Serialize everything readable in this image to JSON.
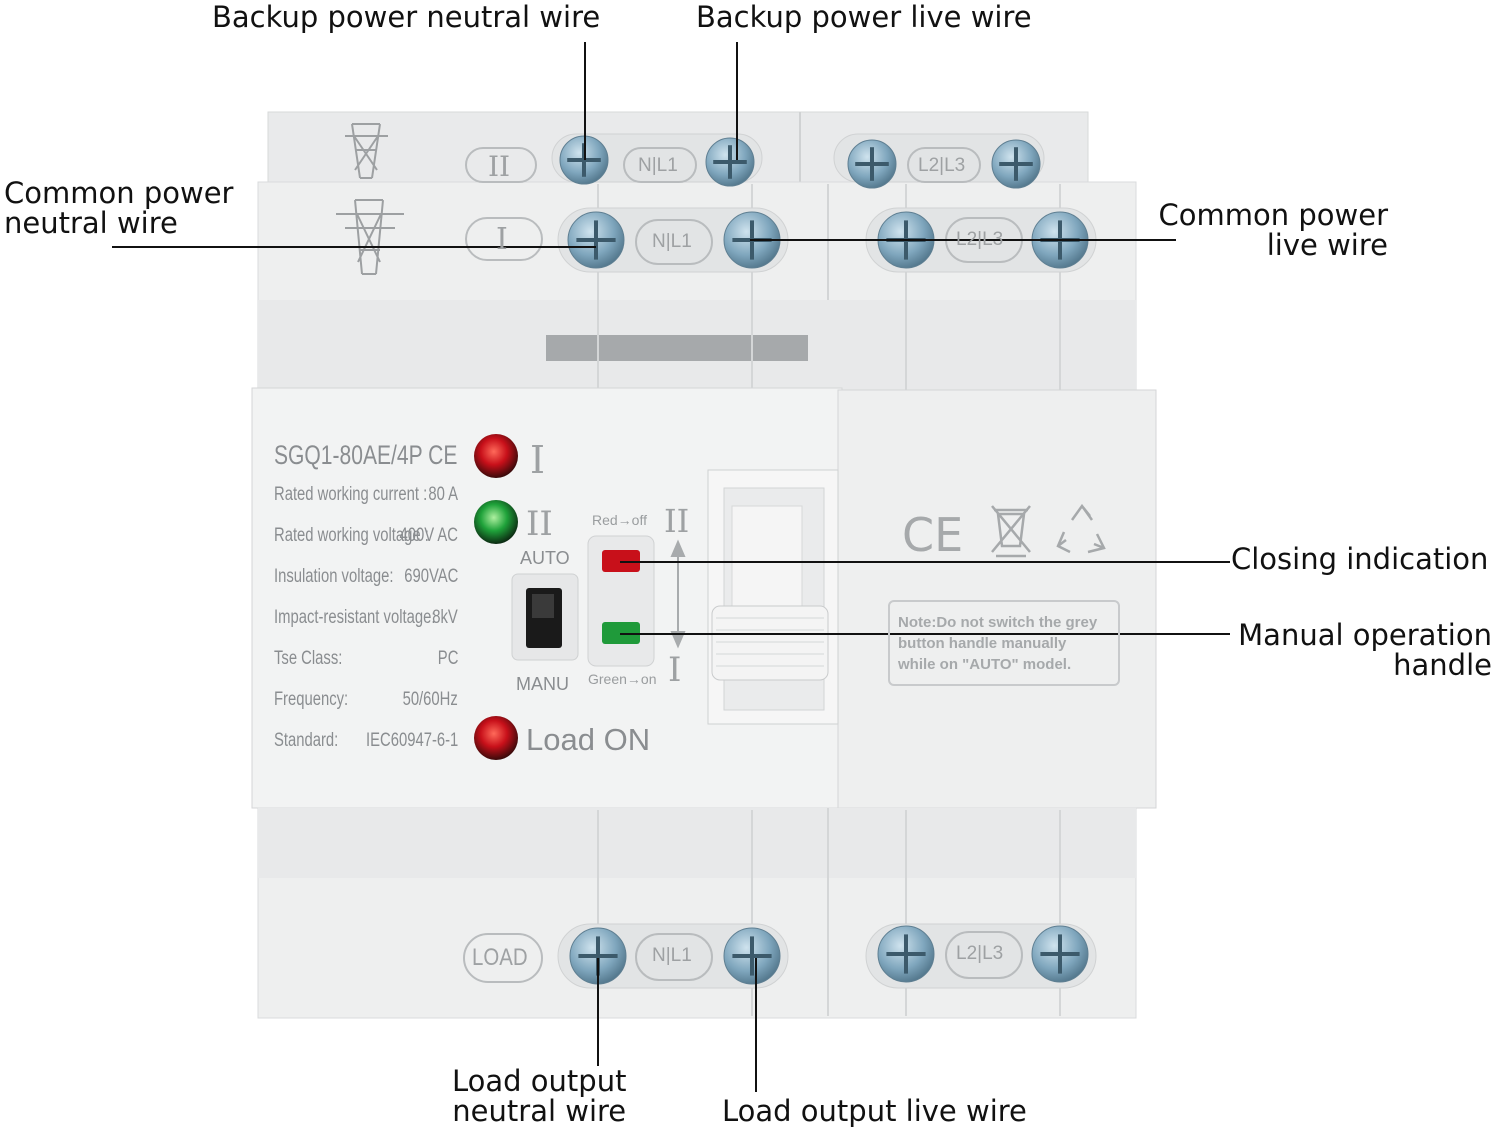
{
  "callouts": {
    "backup_neutral": "Backup power neutral wire",
    "backup_live": "Backup power live wire",
    "common_neutral": [
      "Common power",
      "neutral wire"
    ],
    "common_live": [
      "Common power",
      "live wire"
    ],
    "closing": "Closing indication",
    "manual": [
      "Manual operation",
      "handle"
    ],
    "load_neutral": [
      "Load output",
      "neutral wire"
    ],
    "load_live": "Load output live wire"
  },
  "device": {
    "model": "SGQ1-80AE/4P",
    "ce_mark": "CE",
    "specs": [
      {
        "label": "Rated working current :",
        "value": "80  A"
      },
      {
        "label": "Rated working voltage :",
        "value": "400V AC"
      },
      {
        "label": "Insulation voltage:",
        "value": "690VAC"
      },
      {
        "label": "Impact-resistant voltage:",
        "value": "8kV"
      },
      {
        "label": "Tse Class:",
        "value": "PC"
      },
      {
        "label": "Frequency:",
        "value": "50/60Hz"
      },
      {
        "label": "Standard:",
        "value": "IEC60947-6-1"
      }
    ],
    "mode_auto": "AUTO",
    "mode_manu": "MANU",
    "red_off": "Red→off",
    "green_on": "Green→on",
    "load_on": "Load ON",
    "pos_one": "I",
    "pos_two": "II",
    "terminal_nl1": "N|L1",
    "terminal_l2l3": "L2|L3",
    "badge_one": "I",
    "badge_two": "II",
    "badge_load": "LOAD",
    "note": [
      "Note:Do not switch the grey",
      "button handle manually",
      "while on \"AUTO\" model."
    ],
    "colors": {
      "led_red": "#c8101a",
      "led_green": "#1fa23a",
      "body": "#eceded"
    }
  }
}
